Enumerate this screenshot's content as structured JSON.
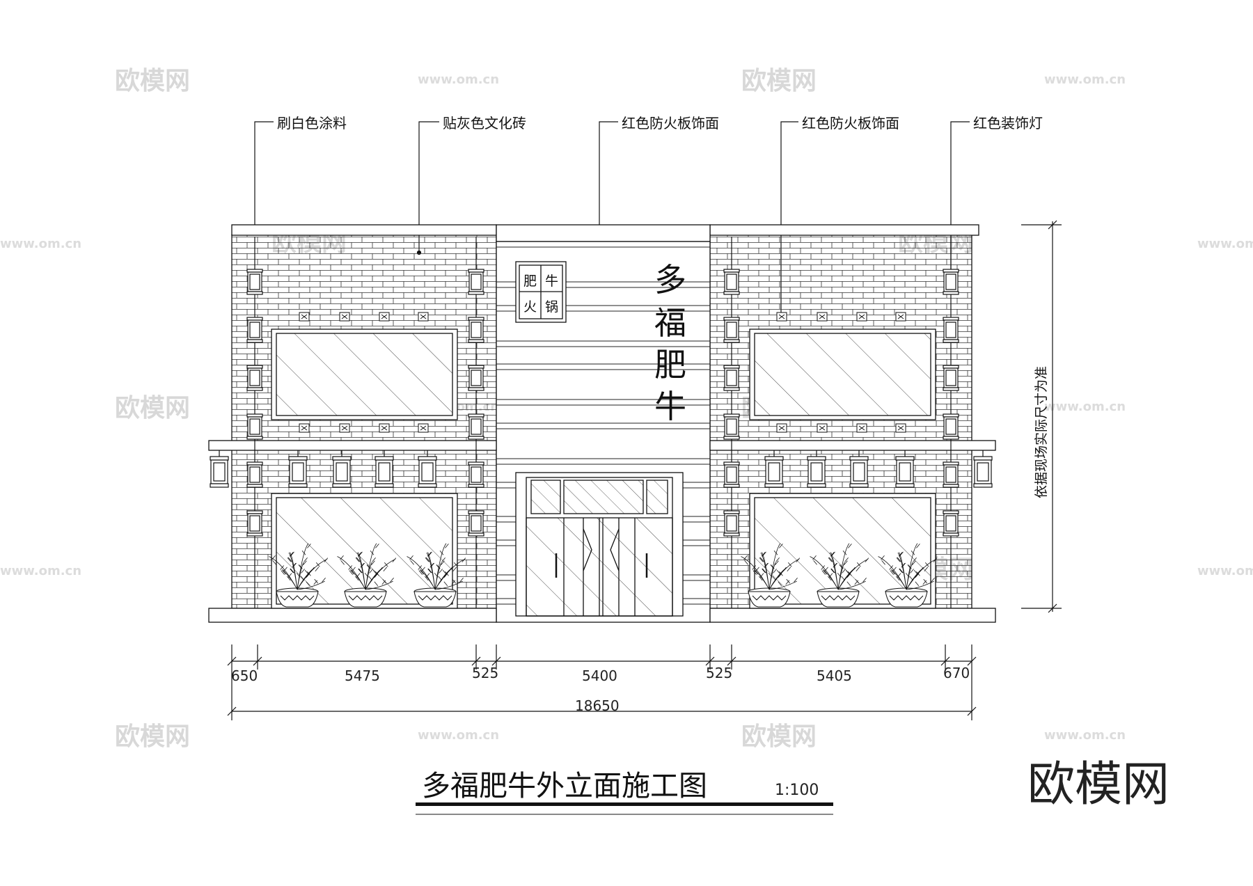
{
  "callouts": [
    {
      "label": "刷白色涂料"
    },
    {
      "label": "贴灰色文化砖"
    },
    {
      "label": "红色防火板饰面"
    },
    {
      "label": "红色防火板饰面"
    },
    {
      "label": "红色装饰灯"
    }
  ],
  "sign_small": [
    "肥",
    "牛",
    "火",
    "锅"
  ],
  "sign_big": [
    "多",
    "福",
    "肥",
    "牛"
  ],
  "height_note": "依据现场实际尺寸为准",
  "dimensions": {
    "segments": [
      "650",
      "5475",
      "525",
      "5400",
      "525",
      "5405",
      "670"
    ],
    "total": "18650"
  },
  "title": "多福肥牛外立面施工图",
  "scale": "1:100",
  "brand": "欧模网",
  "watermark": {
    "logo": "欧模网",
    "url": "www.om.cn"
  },
  "colors": {
    "line": "#1a1a1a",
    "watermark": "#d8d8d8"
  }
}
